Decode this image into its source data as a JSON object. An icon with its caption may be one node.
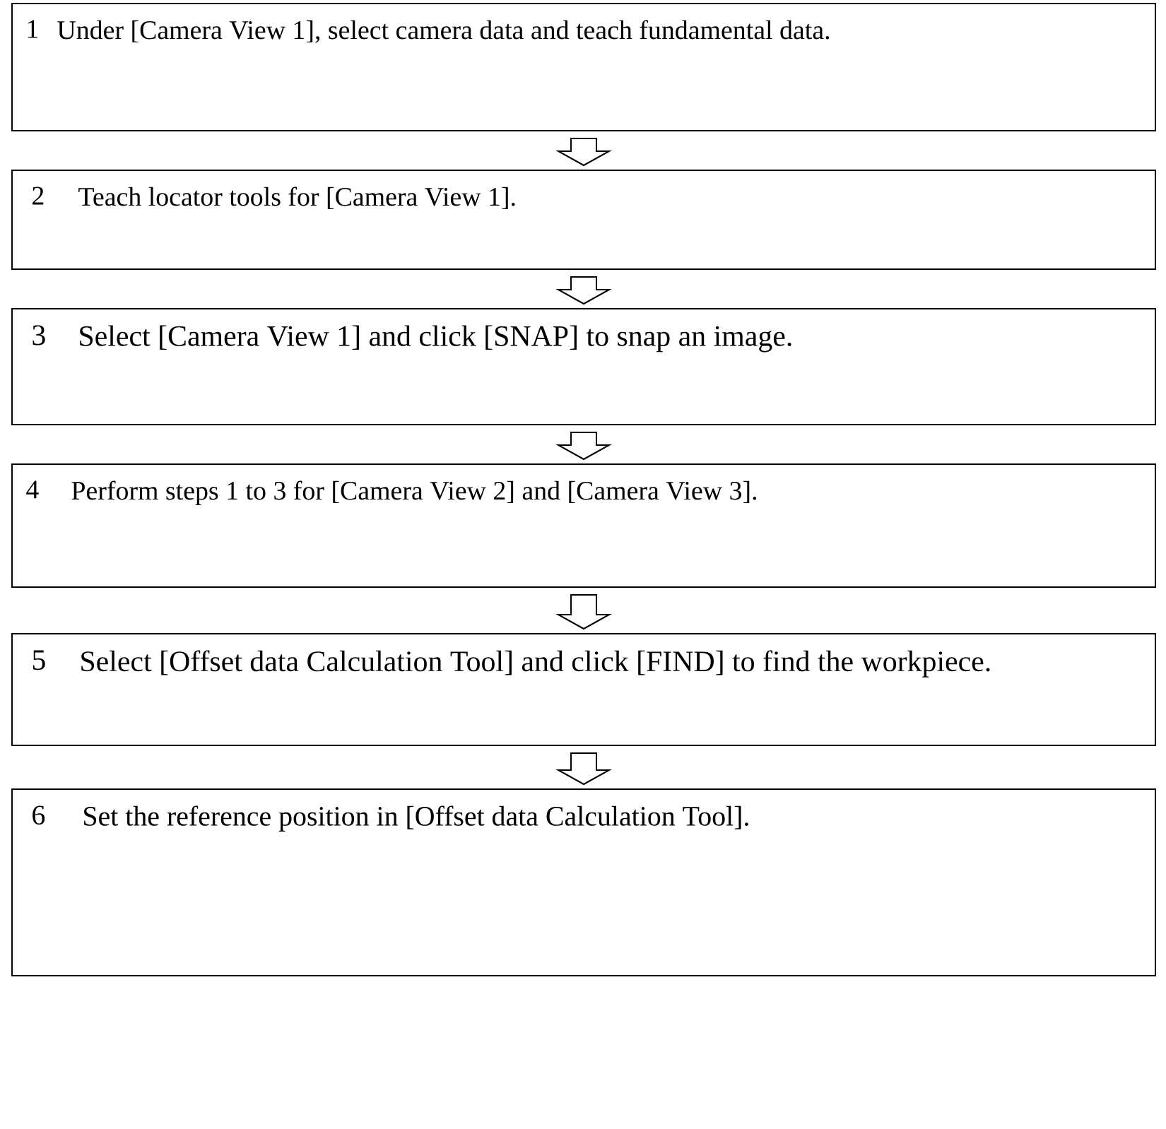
{
  "diagram": {
    "nodes": [
      {
        "text": [
          "1",
          "Under [Camera View 1], select camera data and teach fundamental data."
        ]
      },
      {
        "text": [
          "2",
          "Teach locator tools for [Camera View 1]."
        ]
      },
      {
        "text": [
          "3",
          "Select [Camera View 1] and click [SNAP] to snap an image."
        ]
      },
      {
        "text": [
          "4",
          "Perform steps 1 to 3 for [Camera View 2] and [Camera View 3]."
        ]
      },
      {
        "text": [
          "5",
          "Select [Offset data Calculation Tool] and click [FIND] to find the workpiece."
        ]
      },
      {
        "text": [
          "6",
          "Set the reference position in [Offset data Calculation Tool]."
        ]
      }
    ],
    "edges": [
      {
        "from": 0,
        "to": 1,
        "arrow": "to"
      },
      {
        "from": 1,
        "to": 2,
        "arrow": "to"
      },
      {
        "from": 2,
        "to": 3,
        "arrow": "to"
      },
      {
        "from": 3,
        "to": 4,
        "arrow": "to"
      },
      {
        "from": 4,
        "to": 5,
        "arrow": "to"
      }
    ]
  }
}
